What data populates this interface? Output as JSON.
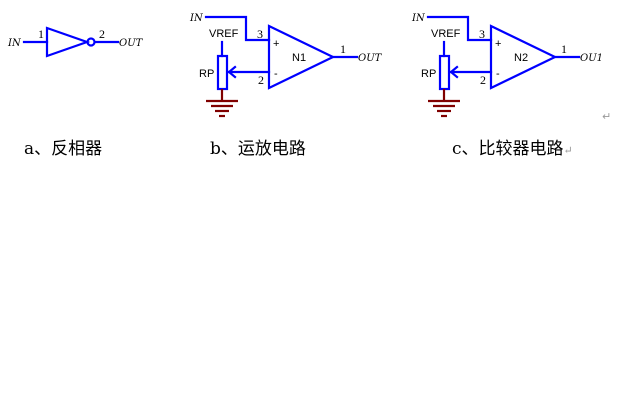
{
  "circuits": {
    "inverter": {
      "input_label": "IN",
      "output_label": "OUT",
      "pin_in": "1",
      "pin_out": "2",
      "caption": "a、反相器"
    },
    "opamp": {
      "input_label": "IN",
      "output_label": "OUT",
      "vref_label": "VREF",
      "pot_label": "RP",
      "designator": "N1",
      "pin_plus": "3",
      "pin_minus": "2",
      "pin_out": "1",
      "plus_sign": "+",
      "minus_sign": "-",
      "caption": "b、运放电路"
    },
    "comparator": {
      "input_label": "IN",
      "output_label": "OU1",
      "vref_label": "VREF",
      "pot_label": "RP",
      "designator": "N2",
      "pin_plus": "3",
      "pin_minus": "2",
      "pin_out": "1",
      "plus_sign": "+",
      "minus_sign": "-",
      "caption": "c、比较器电路"
    }
  },
  "paragraph_mark": "↵",
  "colors": {
    "wire": "#0000ff",
    "ground": "#800000",
    "text": "#000000",
    "mark": "#999999"
  }
}
